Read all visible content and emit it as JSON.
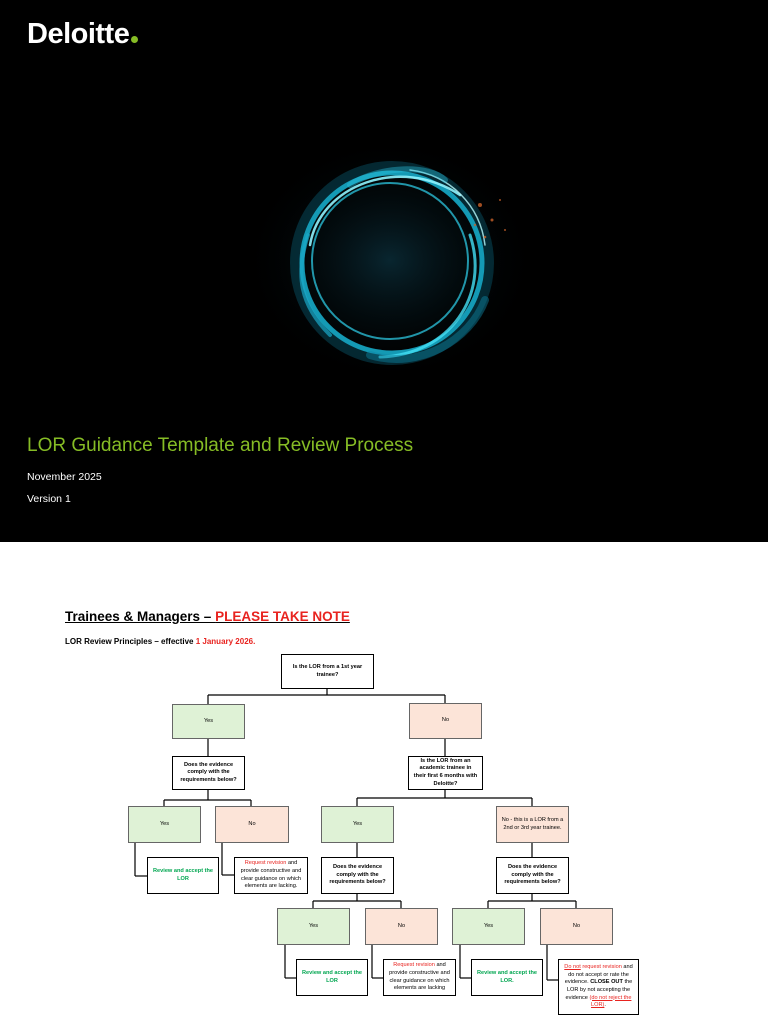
{
  "cover": {
    "logo": "Deloitte",
    "title": "LOR Guidance Template and Review Process",
    "date": "November 2025",
    "version": "Version 1"
  },
  "notice": {
    "heading_main": "Trainees & Managers – ",
    "heading_alert": "PLEASE TAKE NOTE",
    "principles_prefix": "LOR Review Principles – effective ",
    "principles_date": "1 January 2026."
  },
  "flow": {
    "q_first_year": "Is the LOR from a 1st year trainee?",
    "yes": "Yes",
    "no": "No",
    "q_comply": "Does the evidence comply with the requirements below?",
    "q_academic": "Is the LOR from an academic trainee in their first 6 months with Deloitte?",
    "no_second_third": "No - this is a LOR from a 2nd or 3rd year trainee.",
    "accept_lor": "Review and accept the LOR",
    "accept_lor_dot": "Review and accept the LOR.",
    "request_revision": "Request revision",
    "revision_rest": " and provide constructive and clear guidance on which elements are lacking.",
    "revision_rest_nodot": " and provide constructive and clear guidance on which elements are lacking",
    "close_do_not": "Do not",
    "close_request": "request revision",
    "close_p1": " and do not accept or rate the evidence. ",
    "close_out": "CLOSE OUT",
    "close_p2": " the LOR by not accepting the evidence ",
    "close_paren": "(do not reject the LOR)",
    "close_end": "."
  },
  "colors": {
    "brand_green": "#86bc25",
    "alert_red": "#e8231f",
    "yes_fill": "#dff2d6",
    "no_fill": "#fce4d8"
  }
}
